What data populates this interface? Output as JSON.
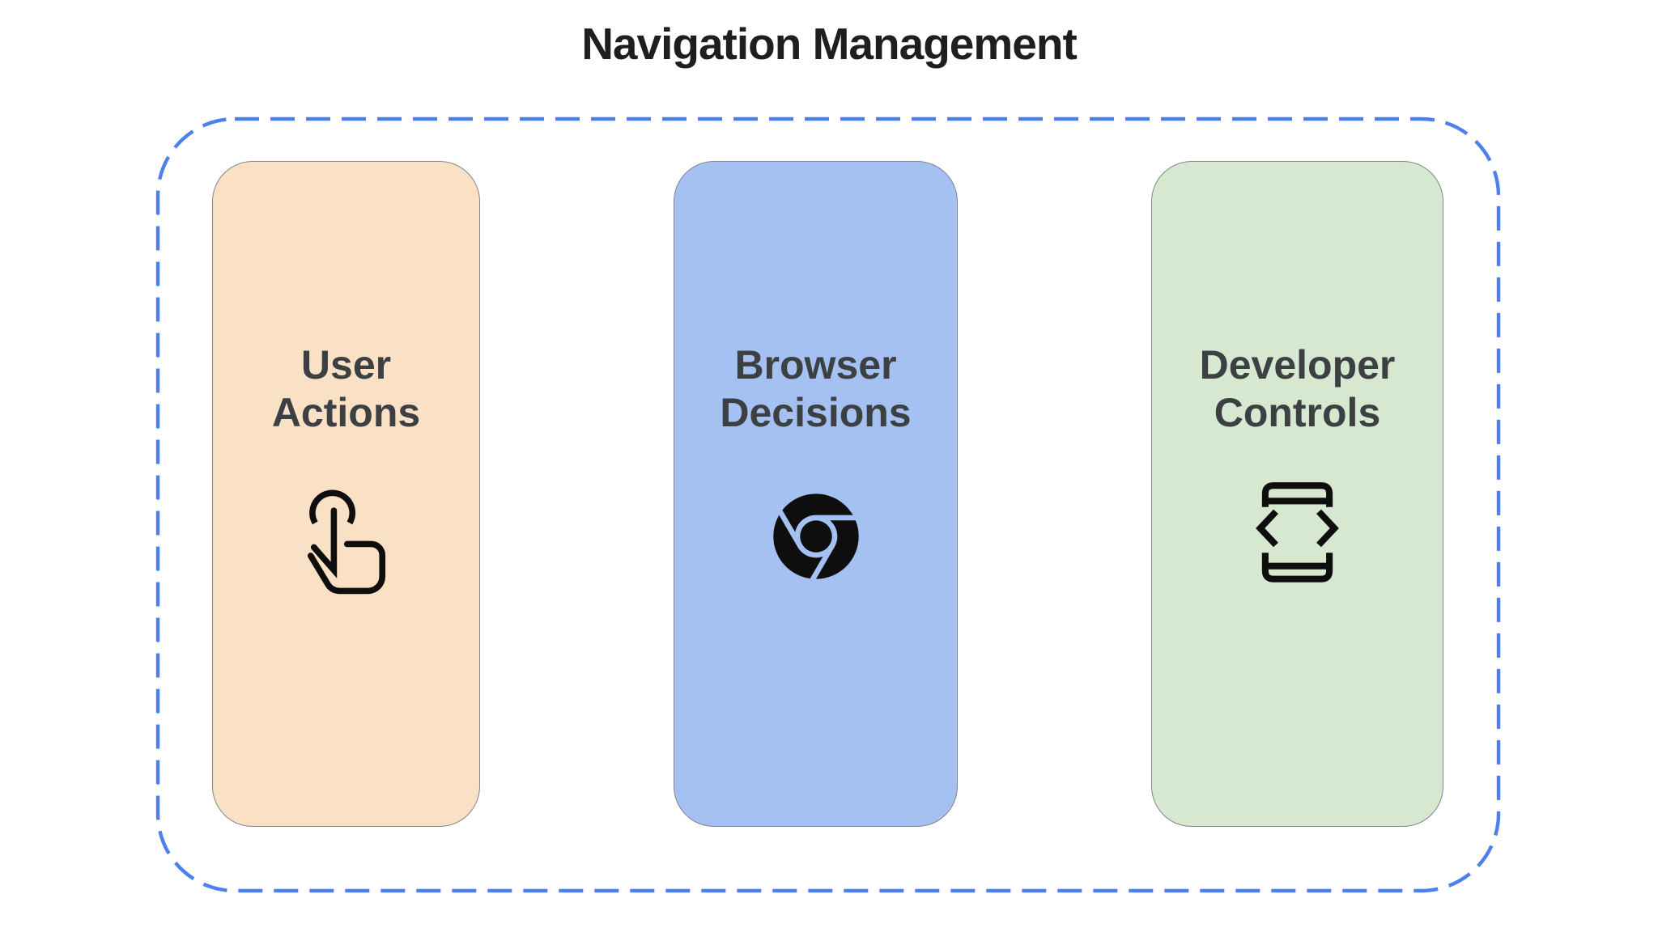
{
  "title": "Navigation Management",
  "colors": {
    "background": "#FFFFFF",
    "title_text": "#1E1E1E",
    "label_text": "#3C4043",
    "icon": "#0E0E0E",
    "dash_border": "#4C80EE",
    "card_border": "#80868B"
  },
  "cards": [
    {
      "label": "User Actions",
      "bg": "#FAE1C6",
      "icon": "touch-gesture-icon"
    },
    {
      "label": "Browser Decisions",
      "bg": "#A4C1F1",
      "icon": "chrome-browser-icon"
    },
    {
      "label": "Developer Controls",
      "bg": "#D7E8D0",
      "icon": "code-phone-icon"
    }
  ]
}
